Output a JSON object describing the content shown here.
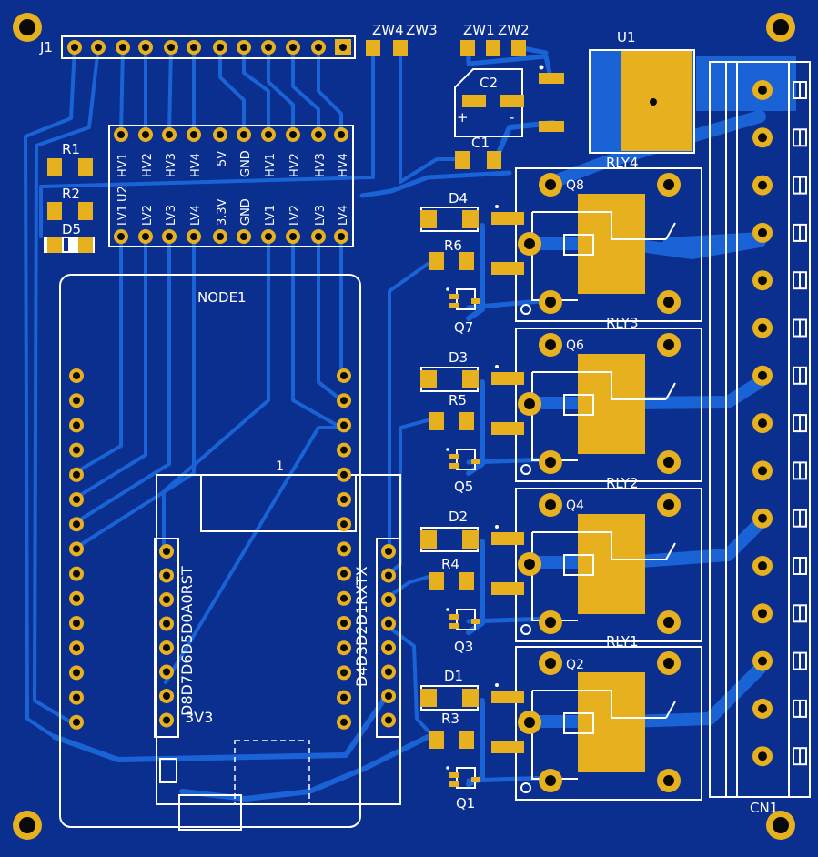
{
  "colors": {
    "substrate": "#0a2f8f",
    "copper_trace": "#1a63d6",
    "pad": "#e6b01e",
    "silkscreen": "#ffffff",
    "board_edge": "#000000"
  },
  "labels": {
    "j1": "J1",
    "u1": "U1",
    "u2": "U2",
    "c1": "C1",
    "c2": "C2",
    "c2_plus": "+",
    "c2_minus": "-",
    "r1": "R1",
    "r2": "R2",
    "r3": "R3",
    "r4": "R4",
    "r5": "R5",
    "r6": "R6",
    "d1": "D1",
    "d2": "D2",
    "d3": "D3",
    "d4": "D4",
    "d5": "D5",
    "q1": "Q1",
    "q2": "Q2",
    "q3": "Q3",
    "q4": "Q4",
    "q5": "Q5",
    "q6": "Q6",
    "q7": "Q7",
    "q8": "Q8",
    "rly1": "RLY1",
    "rly2": "RLY2",
    "rly3": "RLY3",
    "rly4": "RLY4",
    "cn1": "CN1",
    "node1": "NODE1",
    "zw4": "ZW4",
    "zw3": "ZW3",
    "zw1": "ZW1",
    "zw2": "ZW2",
    "node_pin1": "1",
    "node_left": "D8D7D6D5D0A0RST",
    "node_right": "D4D3D2D1RXTX",
    "node_3v3": "3V3"
  },
  "u2_pins_top": [
    "HV1",
    "HV2",
    "HV3",
    "HV4",
    "5V",
    "GND",
    "HV1",
    "HV2",
    "HV3",
    "HV4"
  ],
  "u2_pins_bottom": [
    "LV1",
    "LV2",
    "LV3",
    "LV4",
    "3.3V",
    "GND",
    "LV1",
    "LV2",
    "LV3",
    "LV4"
  ]
}
